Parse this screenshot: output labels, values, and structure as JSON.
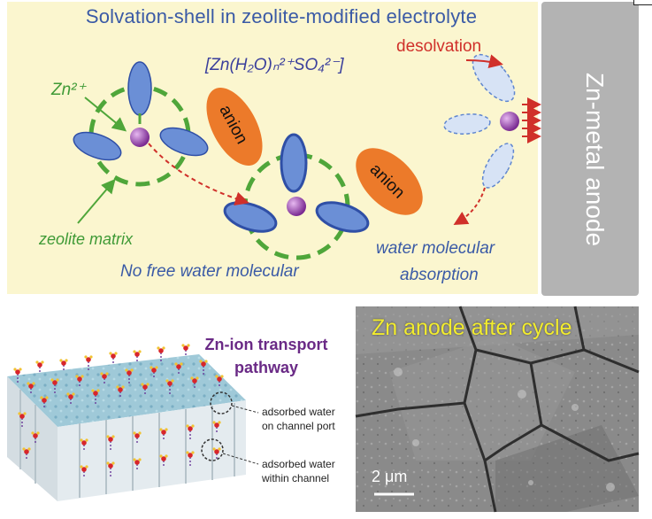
{
  "top_panel": {
    "title": "Solvation-shell in zeolite-modified electrolyte",
    "desolvation_label": "desolvation",
    "complex_formula": "[Zn(H₂O)ₙ²⁺SO₄²⁻]",
    "zn_ion_label": "Zn²⁺",
    "zeolite_label": "zeolite matrix",
    "no_free_water_label": "No free water molecular",
    "water_absorption_line1": "water molecular",
    "water_absorption_line2": "absorption",
    "anion_label_1": "anion",
    "anion_label_2": "anion",
    "anode_label": "Zn-metal anode"
  },
  "bottom_left": {
    "transport_label": "Zn-ion transport pathway",
    "port_note_line1": "adsorbed water",
    "port_note_line2": "on channel port",
    "within_note_line1": "adsorbed water",
    "within_note_line2": "within channel"
  },
  "bottom_right": {
    "sem_title": "Zn anode after cycle",
    "scale_label": "2 μm"
  },
  "colors": {
    "top_panel_bg": "#fbf6cf",
    "anode_gray": "#b3b3b3",
    "water_ellipse": "#5f86cf",
    "water_outline": "#2f4fa6",
    "zeolite_dash": "#4fa63a",
    "zn_ion": "#9a3db0",
    "anion_orange": "#ec7a2a",
    "arrow_red": "#d0302a",
    "sem_bg": "#7d7d7d"
  }
}
